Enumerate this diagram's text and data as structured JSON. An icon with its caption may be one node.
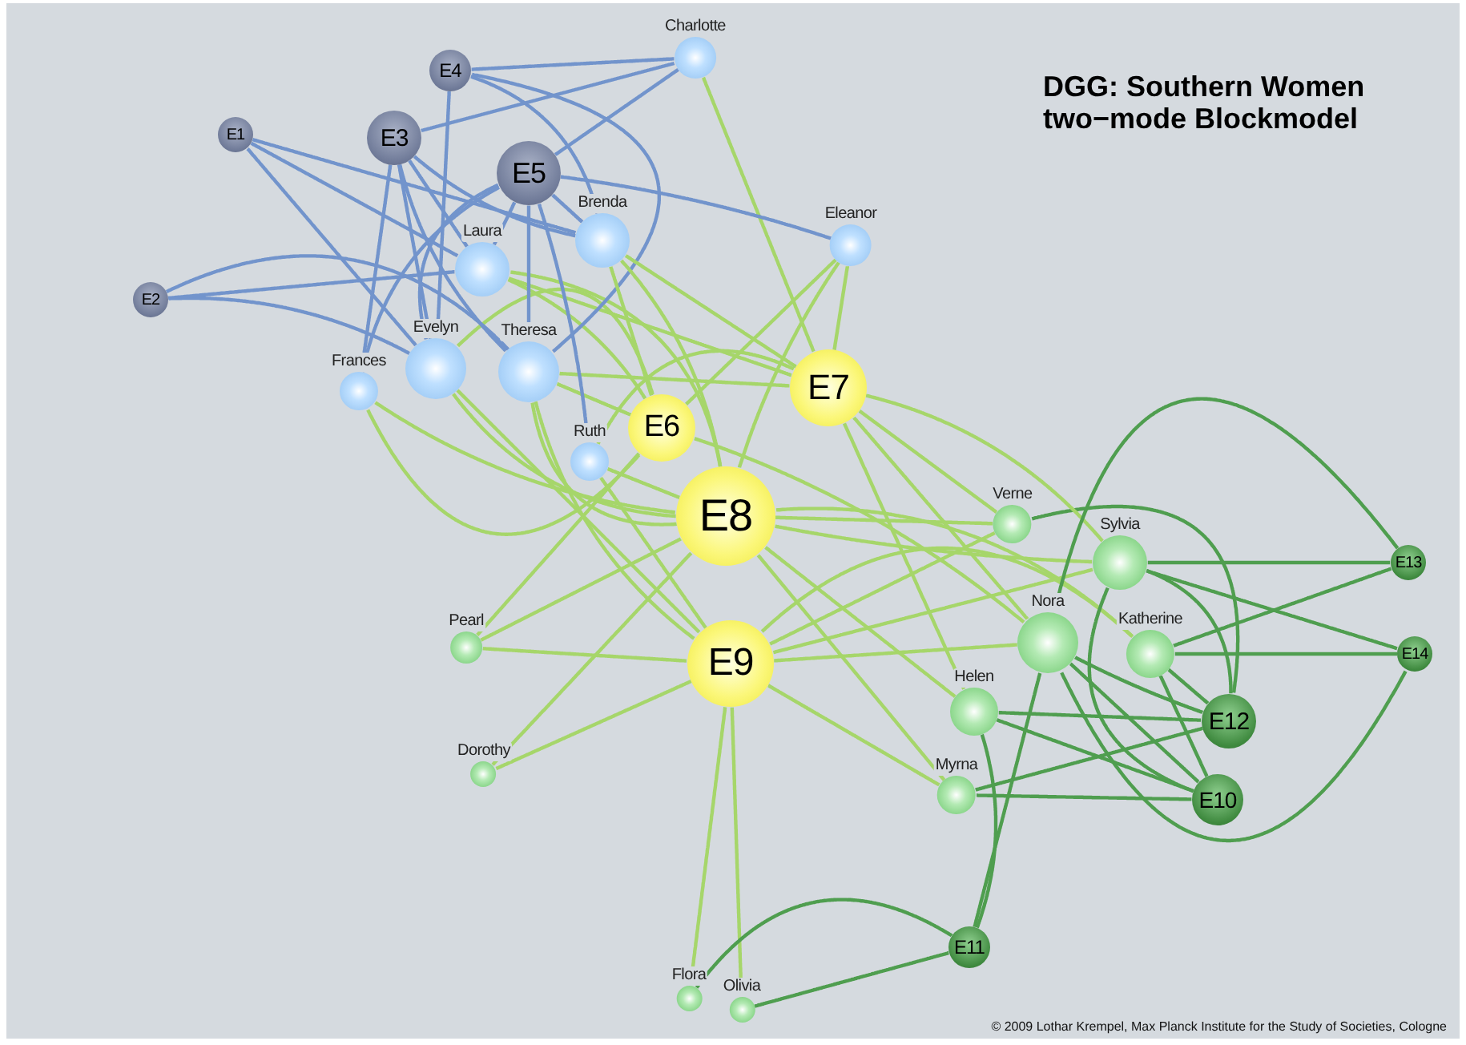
{
  "diagram": {
    "title": "DGG: Southern Women two−mode Blockmodel",
    "nodes": [
      {
        "text": [
          "E1"
        ]
      },
      {
        "text": [
          "E2"
        ]
      },
      {
        "text": [
          "E3"
        ]
      },
      {
        "text": [
          "E4"
        ]
      },
      {
        "text": [
          "E5"
        ]
      },
      {
        "text": [
          "E6"
        ]
      },
      {
        "text": [
          "E7"
        ]
      },
      {
        "text": [
          "E8"
        ]
      },
      {
        "text": [
          "E9"
        ]
      },
      {
        "text": [
          "E10"
        ]
      },
      {
        "text": [
          "E11"
        ]
      },
      {
        "text": [
          "E12"
        ]
      },
      {
        "text": [
          "E13"
        ]
      },
      {
        "text": [
          "E14"
        ]
      },
      {
        "text": [
          "Charlotte"
        ]
      },
      {
        "text": [
          "Brenda"
        ]
      },
      {
        "text": [
          "Eleanor"
        ]
      },
      {
        "text": [
          "Laura"
        ]
      },
      {
        "text": [
          "Evelyn"
        ]
      },
      {
        "text": [
          "Theresa"
        ]
      },
      {
        "text": [
          "Frances"
        ]
      },
      {
        "text": [
          "Ruth"
        ]
      },
      {
        "text": [
          "Verne"
        ]
      },
      {
        "text": [
          "Sylvia"
        ]
      },
      {
        "text": [
          "Nora"
        ]
      },
      {
        "text": [
          "Katherine"
        ]
      },
      {
        "text": [
          "Helen"
        ]
      },
      {
        "text": [
          "Myrna"
        ]
      },
      {
        "text": [
          "Pearl"
        ]
      },
      {
        "text": [
          "Dorothy"
        ]
      },
      {
        "text": [
          "Flora"
        ]
      },
      {
        "text": [
          "Olivia"
        ]
      }
    ],
    "edges": [
      {
        "from": 18,
        "to": 0,
        "arrow": "none",
        "color": "#7294cc"
      },
      {
        "from": 18,
        "to": 1,
        "arrow": "none",
        "color": "#7294cc"
      },
      {
        "from": 18,
        "to": 2,
        "arrow": "none",
        "color": "#7294cc"
      },
      {
        "from": 18,
        "to": 3,
        "arrow": "none",
        "color": "#7294cc"
      },
      {
        "from": 18,
        "to": 4,
        "arrow": "none",
        "color": "#7294cc"
      },
      {
        "from": 18,
        "to": 5,
        "arrow": "none"
      },
      {
        "from": 18,
        "to": 7,
        "arrow": "none"
      },
      {
        "from": 18,
        "to": 8,
        "arrow": "none"
      },
      {
        "from": 17,
        "to": 0,
        "arrow": "none",
        "color": "#7294cc"
      },
      {
        "from": 17,
        "to": 1,
        "arrow": "none",
        "color": "#7294cc"
      },
      {
        "from": 17,
        "to": 2,
        "arrow": "none",
        "color": "#7294cc"
      },
      {
        "from": 17,
        "to": 4,
        "arrow": "none",
        "color": "#7294cc"
      },
      {
        "from": 17,
        "to": 5,
        "arrow": "none"
      },
      {
        "from": 17,
        "to": 6,
        "arrow": "none"
      },
      {
        "from": 17,
        "to": 7,
        "arrow": "none"
      },
      {
        "from": 19,
        "to": 1,
        "arrow": "none",
        "color": "#7294cc"
      },
      {
        "from": 19,
        "to": 2,
        "arrow": "none",
        "color": "#7294cc"
      },
      {
        "from": 19,
        "to": 3,
        "arrow": "none",
        "color": "#7294cc"
      },
      {
        "from": 19,
        "to": 4,
        "arrow": "none",
        "color": "#7294cc"
      },
      {
        "from": 19,
        "to": 5,
        "arrow": "none"
      },
      {
        "from": 19,
        "to": 6,
        "arrow": "none"
      },
      {
        "from": 19,
        "to": 7,
        "arrow": "none"
      },
      {
        "from": 19,
        "to": 8,
        "arrow": "none"
      },
      {
        "from": 15,
        "to": 0,
        "arrow": "none",
        "color": "#7294cc"
      },
      {
        "from": 15,
        "to": 2,
        "arrow": "none",
        "color": "#7294cc"
      },
      {
        "from": 15,
        "to": 3,
        "arrow": "none",
        "color": "#7294cc"
      },
      {
        "from": 15,
        "to": 4,
        "arrow": "none",
        "color": "#7294cc"
      },
      {
        "from": 15,
        "to": 5,
        "arrow": "none"
      },
      {
        "from": 15,
        "to": 6,
        "arrow": "none"
      },
      {
        "from": 15,
        "to": 7,
        "arrow": "none"
      },
      {
        "from": 14,
        "to": 2,
        "arrow": "none",
        "color": "#7294cc"
      },
      {
        "from": 14,
        "to": 3,
        "arrow": "none",
        "color": "#7294cc"
      },
      {
        "from": 14,
        "to": 4,
        "arrow": "none",
        "color": "#7294cc"
      },
      {
        "from": 14,
        "to": 6,
        "arrow": "none"
      },
      {
        "from": 20,
        "to": 2,
        "arrow": "none",
        "color": "#7294cc"
      },
      {
        "from": 20,
        "to": 4,
        "arrow": "none",
        "color": "#7294cc"
      },
      {
        "from": 20,
        "to": 5,
        "arrow": "none"
      },
      {
        "from": 20,
        "to": 7,
        "arrow": "none"
      },
      {
        "from": 16,
        "to": 4,
        "arrow": "none",
        "color": "#7294cc"
      },
      {
        "from": 16,
        "to": 5,
        "arrow": "none"
      },
      {
        "from": 16,
        "to": 6,
        "arrow": "none"
      },
      {
        "from": 16,
        "to": 7,
        "arrow": "none"
      },
      {
        "from": 28,
        "to": 5,
        "arrow": "none"
      },
      {
        "from": 28,
        "to": 7,
        "arrow": "none"
      },
      {
        "from": 28,
        "to": 8,
        "arrow": "none"
      },
      {
        "from": 21,
        "to": 4,
        "arrow": "none",
        "color": "#7294cc"
      },
      {
        "from": 21,
        "to": 6,
        "arrow": "none"
      },
      {
        "from": 21,
        "to": 7,
        "arrow": "none"
      },
      {
        "from": 21,
        "to": 8,
        "arrow": "none"
      },
      {
        "from": 22,
        "to": 6,
        "arrow": "none"
      },
      {
        "from": 22,
        "to": 7,
        "arrow": "none"
      },
      {
        "from": 22,
        "to": 8,
        "arrow": "none"
      },
      {
        "from": 22,
        "to": 11,
        "arrow": "none",
        "color": "#4f9e4f"
      },
      {
        "from": 27,
        "to": 7,
        "arrow": "none"
      },
      {
        "from": 27,
        "to": 8,
        "arrow": "none"
      },
      {
        "from": 27,
        "to": 9,
        "arrow": "none",
        "color": "#4f9e4f"
      },
      {
        "from": 27,
        "to": 11,
        "arrow": "none",
        "color": "#4f9e4f"
      },
      {
        "from": 25,
        "to": 7,
        "arrow": "none"
      },
      {
        "from": 25,
        "to": 8,
        "arrow": "none"
      },
      {
        "from": 25,
        "to": 9,
        "arrow": "none",
        "color": "#4f9e4f"
      },
      {
        "from": 25,
        "to": 11,
        "arrow": "none",
        "color": "#4f9e4f"
      },
      {
        "from": 25,
        "to": 12,
        "arrow": "none",
        "color": "#4f9e4f"
      },
      {
        "from": 25,
        "to": 13,
        "arrow": "none",
        "color": "#4f9e4f"
      },
      {
        "from": 23,
        "to": 6,
        "arrow": "none"
      },
      {
        "from": 23,
        "to": 7,
        "arrow": "none"
      },
      {
        "from": 23,
        "to": 8,
        "arrow": "none"
      },
      {
        "from": 23,
        "to": 9,
        "arrow": "none",
        "color": "#4f9e4f"
      },
      {
        "from": 23,
        "to": 11,
        "arrow": "none",
        "color": "#4f9e4f"
      },
      {
        "from": 23,
        "to": 12,
        "arrow": "none",
        "color": "#4f9e4f"
      },
      {
        "from": 23,
        "to": 13,
        "arrow": "none",
        "color": "#4f9e4f"
      },
      {
        "from": 24,
        "to": 5,
        "arrow": "none"
      },
      {
        "from": 24,
        "to": 6,
        "arrow": "none"
      },
      {
        "from": 24,
        "to": 8,
        "arrow": "none"
      },
      {
        "from": 24,
        "to": 9,
        "arrow": "none",
        "color": "#4f9e4f"
      },
      {
        "from": 24,
        "to": 10,
        "arrow": "none",
        "color": "#4f9e4f"
      },
      {
        "from": 24,
        "to": 11,
        "arrow": "none",
        "color": "#4f9e4f"
      },
      {
        "from": 24,
        "to": 12,
        "arrow": "none",
        "color": "#4f9e4f"
      },
      {
        "from": 24,
        "to": 13,
        "arrow": "none",
        "color": "#4f9e4f"
      },
      {
        "from": 26,
        "to": 6,
        "arrow": "none"
      },
      {
        "from": 26,
        "to": 7,
        "arrow": "none"
      },
      {
        "from": 26,
        "to": 9,
        "arrow": "none",
        "color": "#4f9e4f"
      },
      {
        "from": 26,
        "to": 10,
        "arrow": "none",
        "color": "#4f9e4f"
      },
      {
        "from": 26,
        "to": 11,
        "arrow": "none",
        "color": "#4f9e4f"
      },
      {
        "from": 29,
        "to": 7,
        "arrow": "none"
      },
      {
        "from": 29,
        "to": 8,
        "arrow": "none"
      },
      {
        "from": 31,
        "to": 8,
        "arrow": "none"
      },
      {
        "from": 31,
        "to": 10,
        "arrow": "none",
        "color": "#4f9e4f"
      },
      {
        "from": 30,
        "to": 8,
        "arrow": "none"
      },
      {
        "from": 30,
        "to": 10,
        "arrow": "none",
        "color": "#4f9e4f"
      }
    ],
    "labels": [
      "© 2009 Lothar Krempel, Max Planck Institute for the Study of Societies, Cologne"
    ]
  }
}
